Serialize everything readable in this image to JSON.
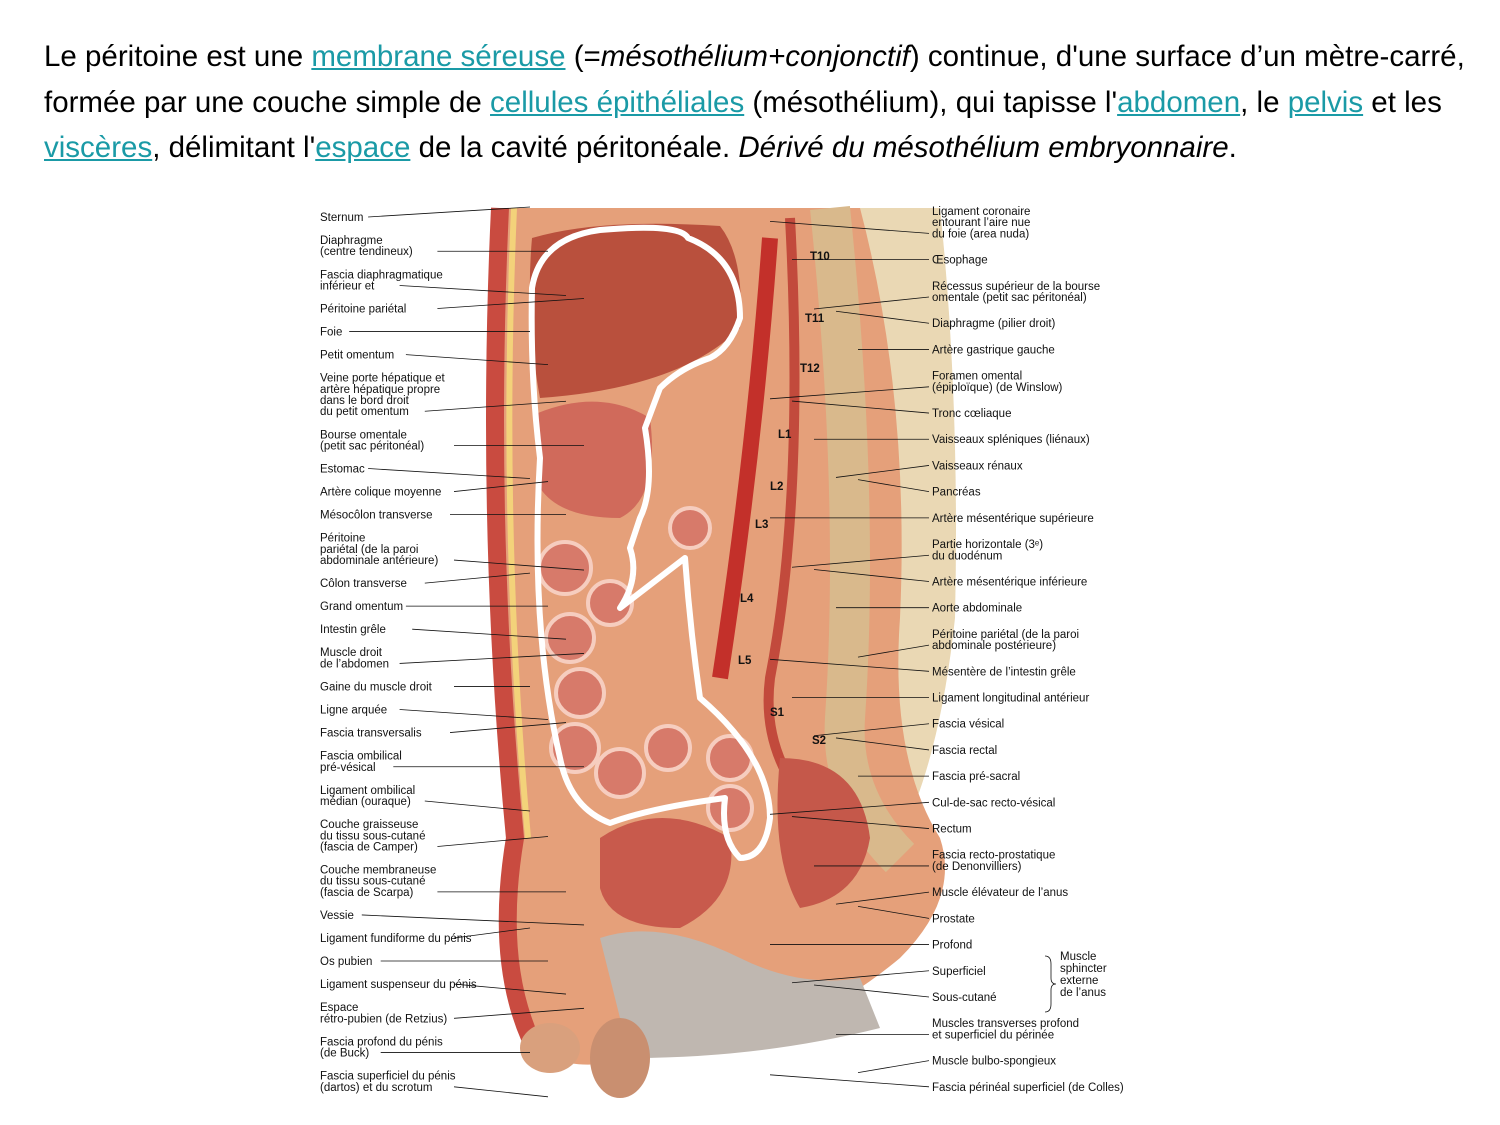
{
  "paragraph": {
    "segments": [
      {
        "text": "Le péritoine est une ",
        "style": "plain"
      },
      {
        "text": "membrane séreuse",
        "style": "link"
      },
      {
        "text": " (=",
        "style": "plain"
      },
      {
        "text": "mésothélium+conjonctif",
        "style": "italic"
      },
      {
        "text": ") continue, d'une surface d’un mètre-carré, formée par une couche simple de ",
        "style": "plain"
      },
      {
        "text": "cellules épithéliales",
        "style": "link"
      },
      {
        "text": " (mésothélium), qui tapisse l'",
        "style": "plain"
      },
      {
        "text": "abdomen",
        "style": "link"
      },
      {
        "text": ", le ",
        "style": "plain"
      },
      {
        "text": "pelvis",
        "style": "link"
      },
      {
        "text": " et les ",
        "style": "plain"
      },
      {
        "text": "viscères",
        "style": "link"
      },
      {
        "text": ", délimitant l'",
        "style": "plain"
      },
      {
        "text": "espace",
        "style": "link"
      },
      {
        "text": " de la  cavité péritonéale. ",
        "style": "plain"
      },
      {
        "text": "Dérivé du mésothélium embryonnaire",
        "style": "italic"
      },
      {
        "text": ".",
        "style": "plain"
      }
    ]
  },
  "colors": {
    "link": "#1a9aa6",
    "text": "#000000",
    "tissue": "#e8a27c",
    "organ": "#c8564a",
    "bone": "#e9dcc0",
    "outline": "#ffffff"
  },
  "figure": {
    "left_labels": [
      [
        "Sternum"
      ],
      [
        "Diaphragme",
        "(centre tendineux)"
      ],
      [
        "Fascia diaphragmatique",
        "inférieur et"
      ],
      [
        "Péritoine pariétal"
      ],
      [
        "Foie"
      ],
      [
        "Petit omentum"
      ],
      [
        "Veine porte hépatique et",
        "artère hépatique propre",
        "dans le bord droit",
        "du petit omentum"
      ],
      [
        "Bourse omentale",
        "(petit sac péritonéal)"
      ],
      [
        "Estomac"
      ],
      [
        "Artère colique moyenne"
      ],
      [
        "Mésocôlon transverse"
      ],
      [
        "Péritoine",
        "pariétal (de la paroi",
        "abdominale antérieure)"
      ],
      [
        "Côlon transverse"
      ],
      [
        "Grand omentum"
      ],
      [
        "Intestin grêle"
      ],
      [
        "Muscle droit",
        "de l’abdomen"
      ],
      [
        "Gaine du muscle droit"
      ],
      [
        "Ligne arquée"
      ],
      [
        "Fascia transversalis"
      ],
      [
        "Fascia ombilical",
        "pré-vésical"
      ],
      [
        "Ligament ombilical",
        "médian (ouraque)"
      ],
      [
        "Couche graisseuse",
        "du tissu sous-cutané",
        "(fascia de Camper)"
      ],
      [
        "Couche membraneuse",
        "du tissu sous-cutané",
        "(fascia de Scarpa)"
      ],
      [
        "Vessie"
      ],
      [
        "Ligament fundiforme du pénis"
      ],
      [
        "Os pubien"
      ],
      [
        "Ligament suspenseur du pénis"
      ],
      [
        "Espace",
        "rétro-pubien (de Retzius)"
      ],
      [
        "Fascia profond du pénis",
        "(de Buck)"
      ],
      [
        "Fascia superficiel du pénis",
        "(dartos) et du scrotum"
      ]
    ],
    "right_labels": [
      [
        "Ligament coronaire",
        "entourant l’aire nue",
        "du foie (area nuda)"
      ],
      [
        "Œsophage"
      ],
      [
        "Récessus supérieur de la bourse",
        "omentale (petit sac péritonéal)"
      ],
      [
        "Diaphragme (pilier droit)"
      ],
      [
        "Artère gastrique gauche"
      ],
      [
        "Foramen omental",
        "(épiploïque) (de Winslow)"
      ],
      [
        "Tronc cœliaque"
      ],
      [
        "Vaisseaux spléniques (liénaux)"
      ],
      [
        "Vaisseaux rénaux"
      ],
      [
        "Pancréas"
      ],
      [
        "Artère mésentérique supérieure"
      ],
      [
        "Partie horizontale (3ᵉ)",
        "du duodénum"
      ],
      [
        "Artère mésentérique inférieure"
      ],
      [
        "Aorte abdominale"
      ],
      [
        "Péritoine pariétal (de la paroi",
        "abdominale postérieure)"
      ],
      [
        "Mésentère de l’intestin grêle"
      ],
      [
        "Ligament longitudinal antérieur"
      ],
      [
        "Fascia vésical"
      ],
      [
        "Fascia rectal"
      ],
      [
        "Fascia pré-sacral"
      ],
      [
        "Cul-de-sac recto-vésical"
      ],
      [
        "Rectum"
      ],
      [
        "Fascia recto-prostatique",
        "(de Denonvilliers)"
      ],
      [
        "Muscle élévateur de l’anus"
      ],
      [
        "Prostate"
      ],
      [
        "Profond"
      ],
      [
        "Superficiel"
      ],
      [
        "Sous-cutané"
      ],
      [
        "Muscles transverses profond",
        "et superficiel du périnée"
      ],
      [
        "Muscle bulbo-spongieux"
      ],
      [
        "Fascia périnéal superficiel (de Colles)"
      ]
    ],
    "sphincter_label": [
      "Muscle",
      "sphincter",
      "externe",
      "de l’anus"
    ],
    "vertebrae": [
      "T10",
      "T11",
      "T12",
      "L1",
      "L2",
      "L3",
      "L4",
      "L5",
      "S1",
      "S2"
    ]
  }
}
